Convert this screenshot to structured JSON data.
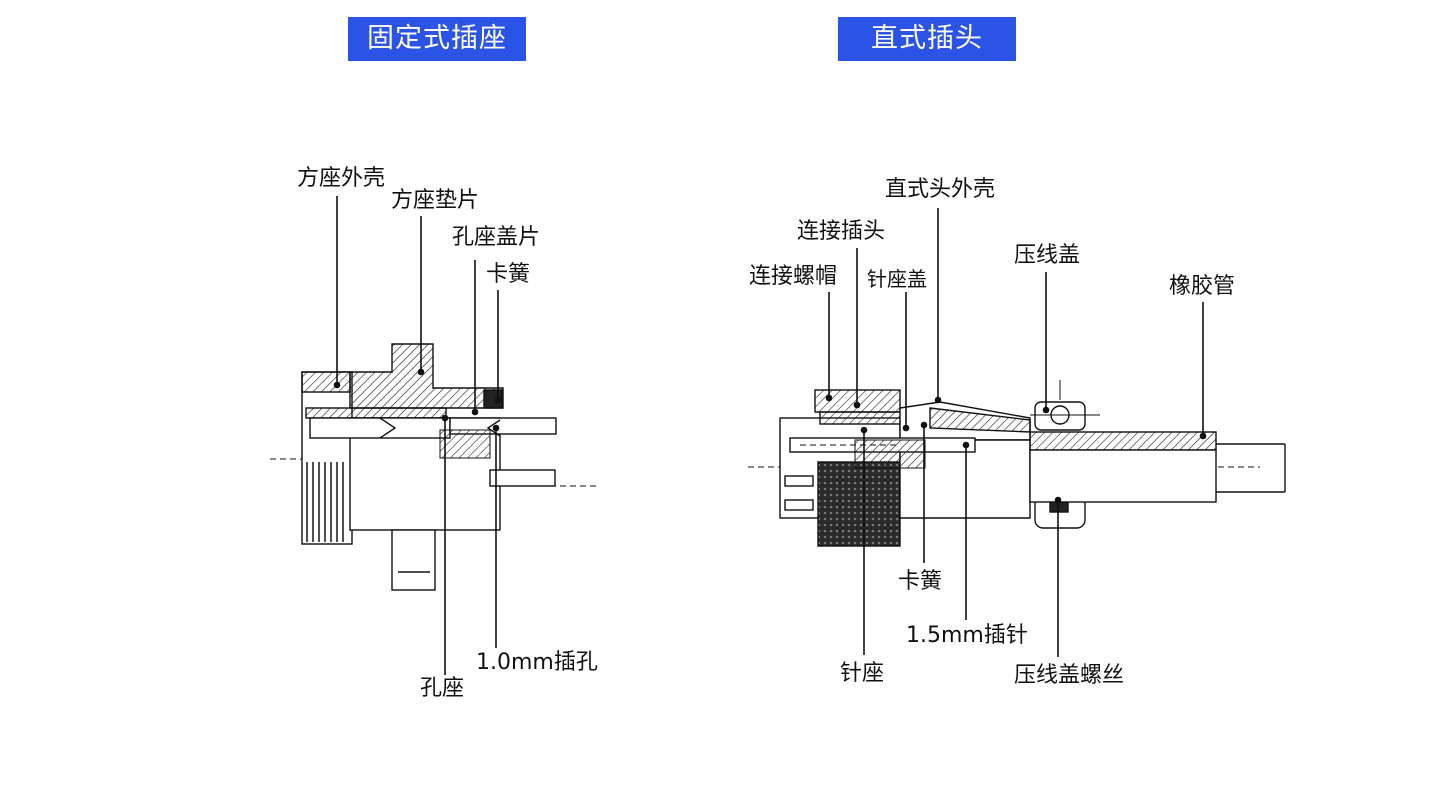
{
  "left_diagram": {
    "title": "固定式插座",
    "labels": {
      "housing": "方座外壳",
      "gasket": "方座垫片",
      "hole_cover": "孔座盖片",
      "spring": "卡簧",
      "hole_seat": "孔座",
      "socket_hole": "1.0mm插孔"
    }
  },
  "right_diagram": {
    "title": "直式插头",
    "labels": {
      "plug_housing": "直式头外壳",
      "connector_plug": "连接插头",
      "connector_nut": "连接螺帽",
      "pin_seat_cover": "针座盖",
      "clamp_cover": "压线盖",
      "rubber_tube": "橡胶管",
      "spring": "卡簧",
      "pin": "1.5mm插针",
      "pin_seat": "针座",
      "clamp_screw": "压线盖螺丝"
    }
  },
  "colors": {
    "banner": "#2b53e6",
    "ink": "#111111"
  }
}
